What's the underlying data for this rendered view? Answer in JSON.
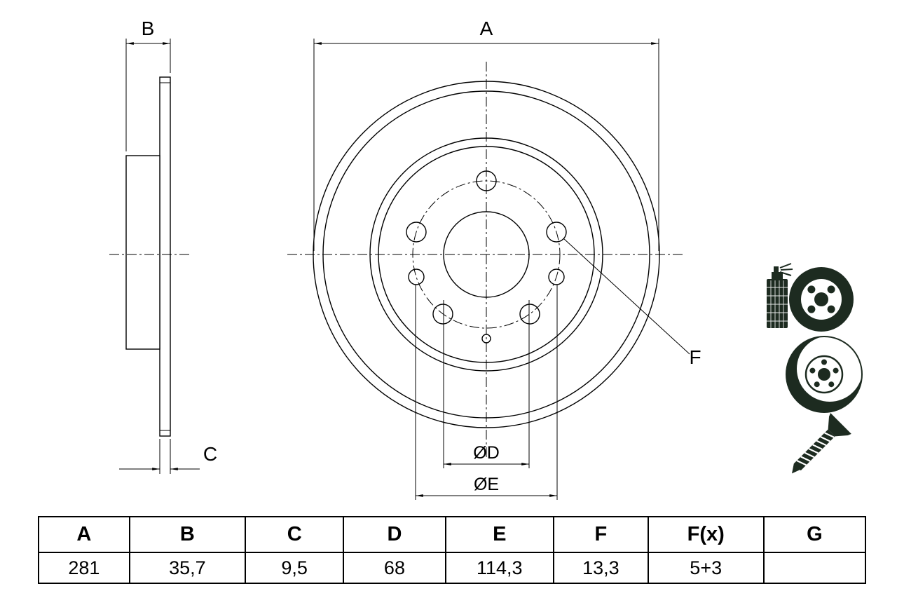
{
  "drawing": {
    "labels": {
      "a": "A",
      "b": "B",
      "c": "C",
      "d": "ØD",
      "e": "ØE",
      "f": "F"
    }
  },
  "icons": {
    "spray_coated_disc": "spray-coated-disc-icon",
    "brake_disc": "brake-disc-icon",
    "countersunk_screw": "countersunk-screw-icon"
  },
  "table": {
    "headers": [
      "A",
      "B",
      "C",
      "D",
      "E",
      "F",
      "F(x)",
      "G"
    ],
    "values": [
      "281",
      "35,7",
      "9,5",
      "68",
      "114,3",
      "13,3",
      "5+3",
      ""
    ]
  },
  "colors": {
    "line": "#000000",
    "background": "#ffffff",
    "icon": "#1d2b20"
  }
}
